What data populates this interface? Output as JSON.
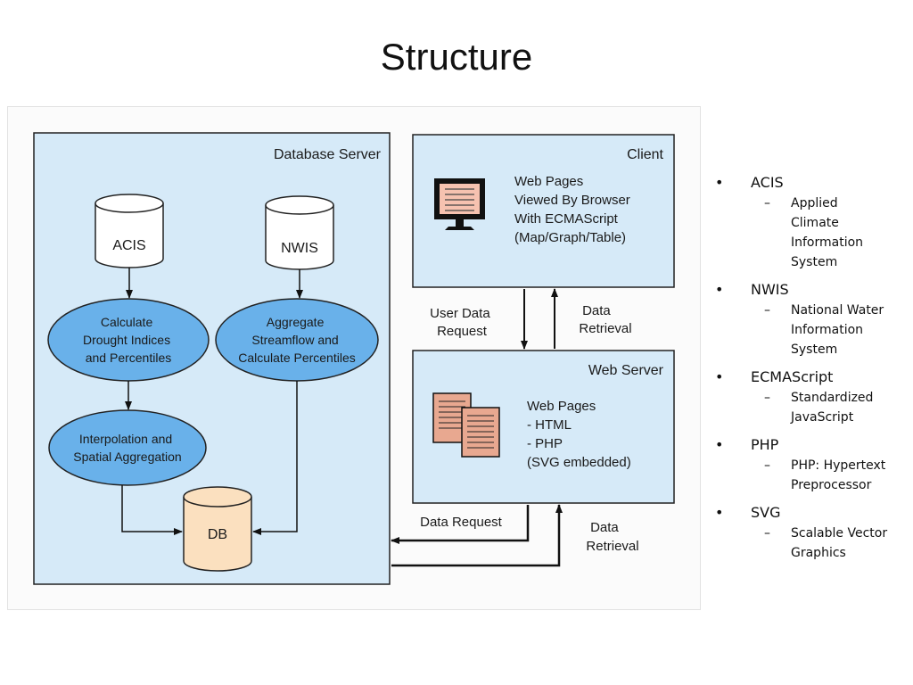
{
  "slide": {
    "title": "Structure"
  },
  "diagram": {
    "database_server": {
      "label": "Database Server",
      "acis_db": "ACIS",
      "nwis_db": "NWIS",
      "calc_drought": [
        "Calculate",
        "Drought Indices",
        "and Percentiles"
      ],
      "aggregate": [
        "Aggregate",
        "Streamflow and",
        "Calculate Percentiles"
      ],
      "interpolation": [
        "Interpolation and",
        "Spatial Aggregation"
      ],
      "db": "DB"
    },
    "client": {
      "label": "Client",
      "text": [
        "Web Pages",
        "Viewed By Browser",
        "With ECMAScript",
        "(Map/Graph/Table)"
      ],
      "icon": "monitor-icon"
    },
    "web_server": {
      "label": "Web Server",
      "text": [
        "Web Pages",
        "- HTML",
        "- PHP",
        "(SVG embedded)"
      ],
      "icon": "documents-icon"
    },
    "arrows": {
      "user_data_request": [
        "User Data",
        "Request"
      ],
      "data_retrieval_top": [
        "Data",
        "Retrieval"
      ],
      "data_request": "Data Request",
      "data_retrieval_bottom": [
        "Data",
        "Retrieval"
      ]
    },
    "colors": {
      "panel": "#d6eaf8",
      "ellipse": "#69b1ea",
      "db": "#fbe0bf",
      "doc": "#e8a890",
      "monitor": "#f6c2b0"
    }
  },
  "glossary": [
    {
      "term": "ACIS",
      "definition": [
        "Applied",
        "Climate",
        "Information",
        "System"
      ]
    },
    {
      "term": "NWIS",
      "definition": [
        "National Water",
        "Information",
        "System"
      ]
    },
    {
      "term": "ECMAScript",
      "definition": [
        "Standardized",
        "JavaScript"
      ]
    },
    {
      "term": "PHP",
      "definition": [
        "PHP: Hypertext",
        "Preprocessor"
      ]
    },
    {
      "term": "SVG",
      "definition": [
        "Scalable Vector",
        "Graphics"
      ]
    }
  ]
}
